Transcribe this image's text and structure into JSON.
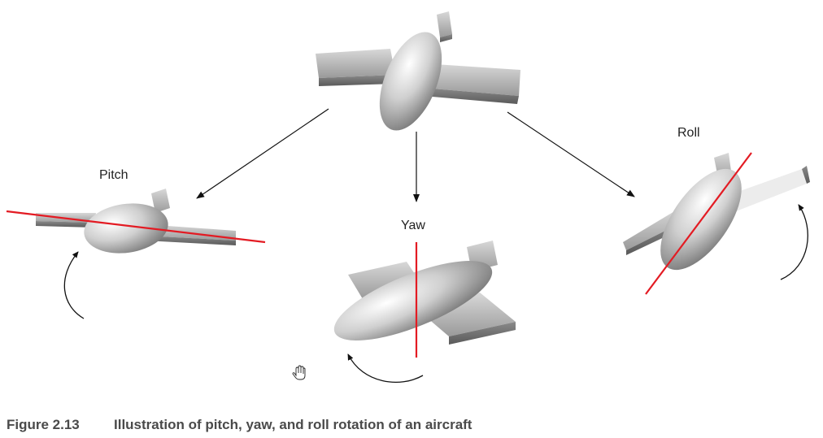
{
  "diagram": {
    "labels": {
      "pitch": "Pitch",
      "yaw": "Yaw",
      "roll": "Roll"
    },
    "caption": {
      "figure_number": "Figure 2.13",
      "text": "Illustration of pitch, yaw, and roll rotation of an aircraft"
    },
    "colors": {
      "axis": "#e31b23",
      "arrow": "#111111",
      "aircraft_light": "#f2f2f2",
      "aircraft_dark": "#6e6e6e",
      "caption": "#4a4a4a"
    },
    "icons": [
      "hand-cursor-icon"
    ]
  }
}
